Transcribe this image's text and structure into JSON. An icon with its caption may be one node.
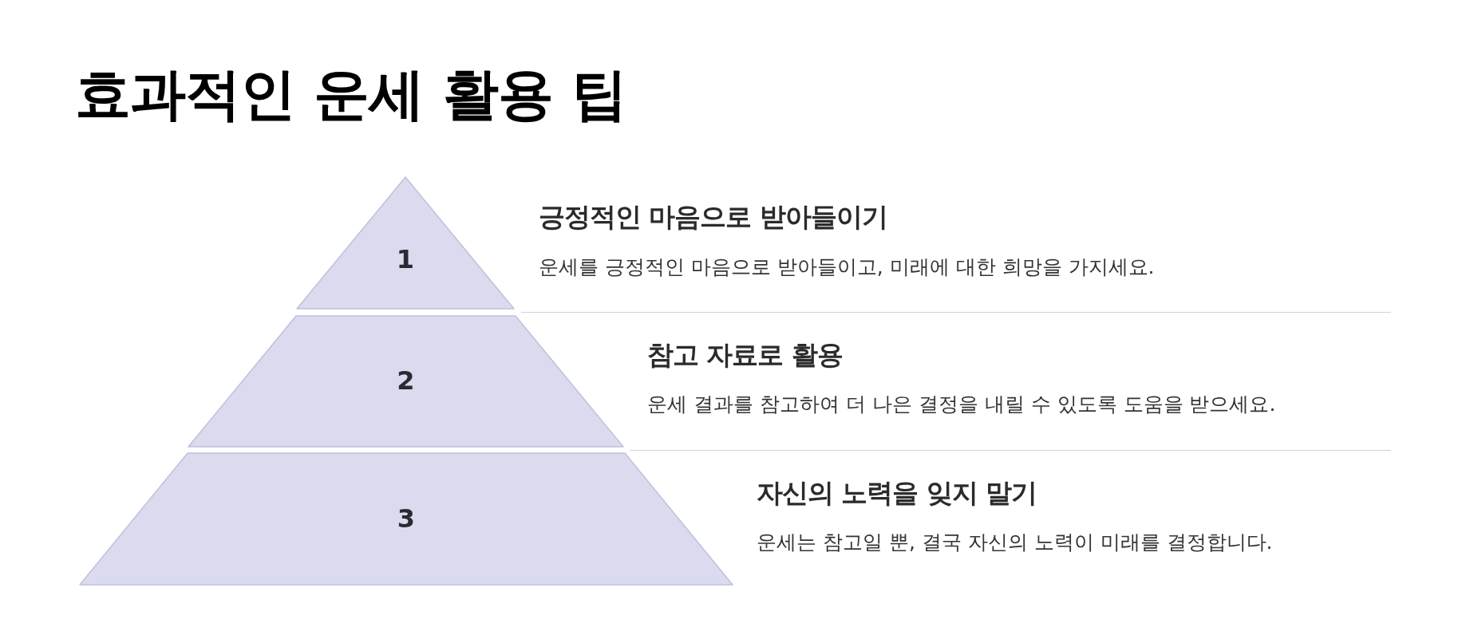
{
  "diagram": {
    "title": "효과적인 운세 활용 팁",
    "nodes": [
      {
        "text": [
          "1"
        ],
        "beside": [
          "긍정적인 마음으로 받아들이기",
          "운세를 긍정적인 마음으로 받아들이고, 미래에 대한 희망을 가지세요."
        ]
      },
      {
        "text": [
          "2"
        ],
        "beside": [
          "참고 자료로 활용",
          "운세 결과를 참고하여 더 나은 결정을 내릴 수 있도록 도움을 받으세요."
        ]
      },
      {
        "text": [
          "3"
        ],
        "beside": [
          "자신의 노력을 잊지 말기",
          "운세는 참고일 뿐, 결국 자신의 노력이 미래를 결정합니다."
        ]
      }
    ]
  }
}
